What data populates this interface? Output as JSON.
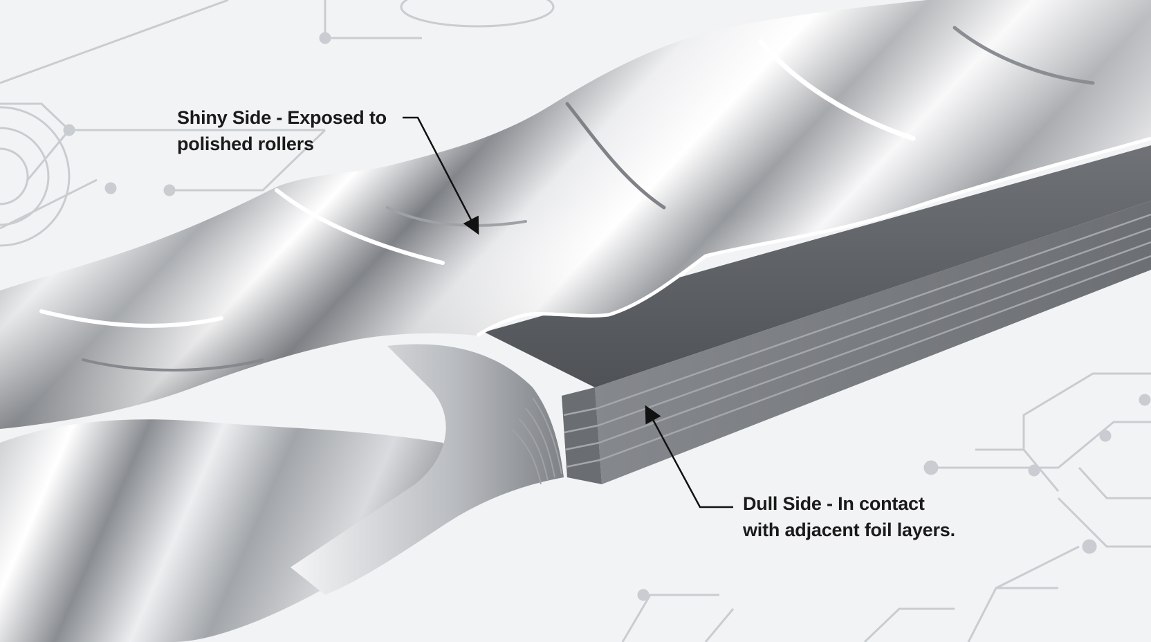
{
  "annotations": {
    "shiny_side": {
      "line1": "Shiny Side - Exposed to",
      "line2": "polished rollers"
    },
    "dull_side": {
      "line1": "Dull Side - In contact",
      "line2": "with adjacent foil layers."
    }
  },
  "colors": {
    "background": "#f2f3f4",
    "blueprint_lines": "#c9ccd0",
    "foil_highlight": "#ffffff",
    "foil_shadow": "#5f6266",
    "stack_edge": "#75787c",
    "label_text": "#1a1a1a"
  }
}
